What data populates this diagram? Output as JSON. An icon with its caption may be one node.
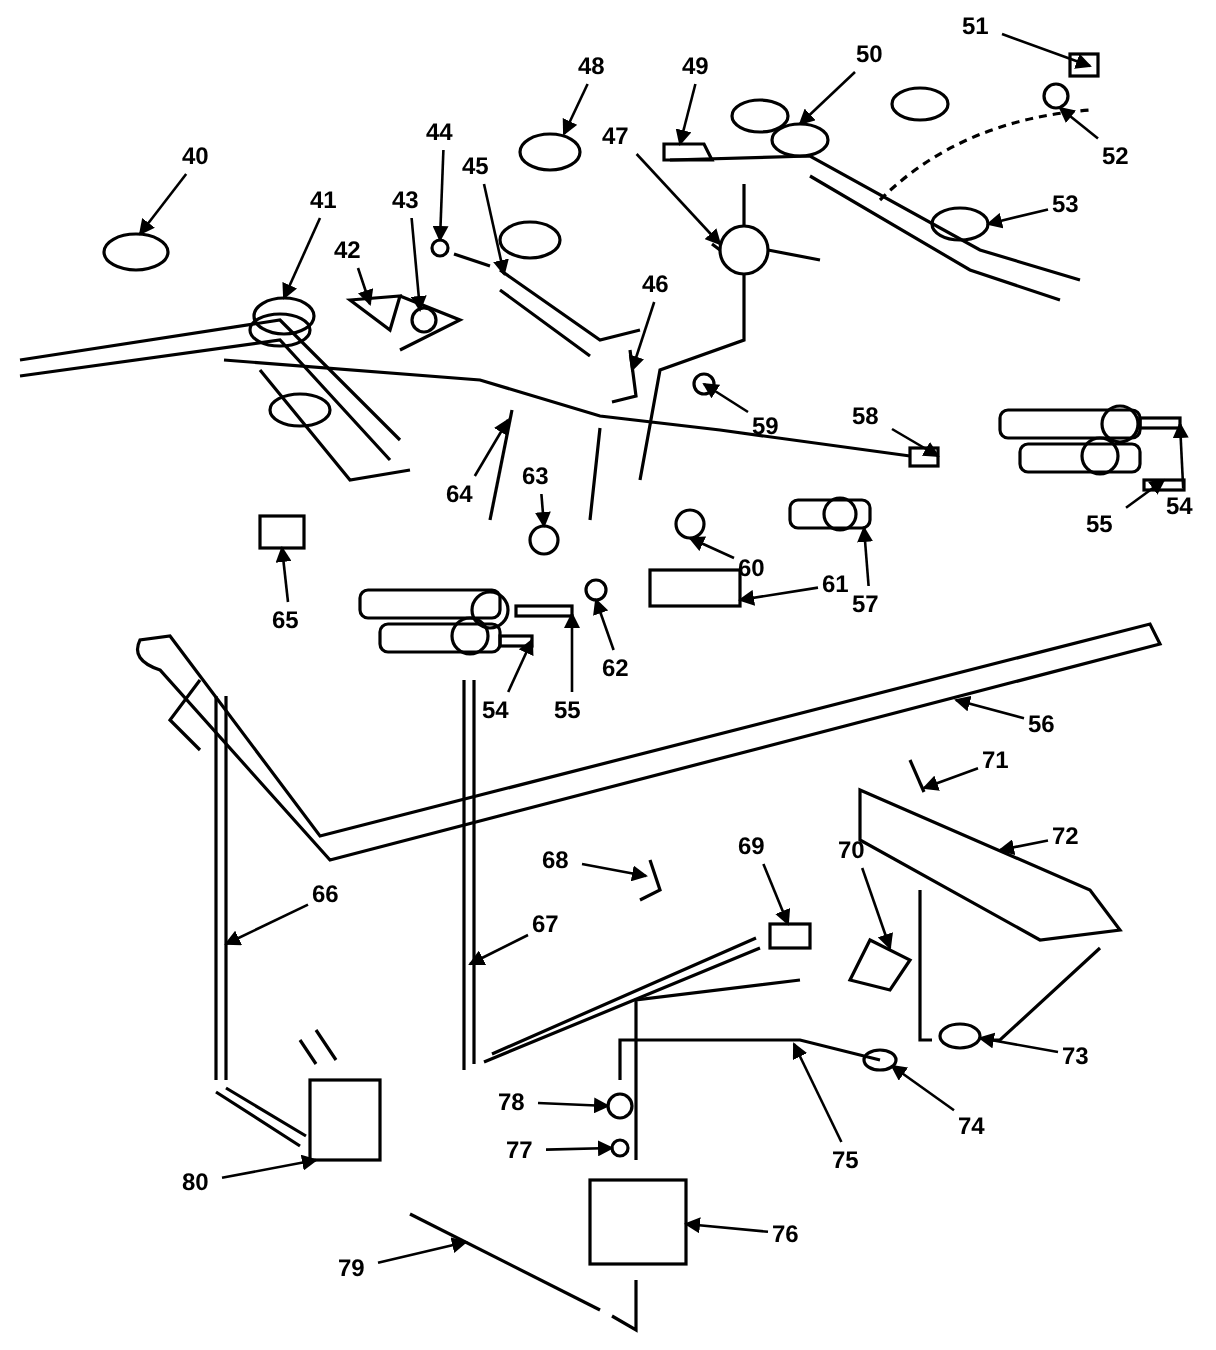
{
  "diagram": {
    "nodes": [
      {
        "text": [
          "51"
        ]
      },
      {
        "text": [
          "50"
        ]
      },
      {
        "text": [
          "48"
        ]
      },
      {
        "text": [
          "49"
        ]
      },
      {
        "text": [
          "44"
        ]
      },
      {
        "text": [
          "47"
        ]
      },
      {
        "text": [
          "40"
        ]
      },
      {
        "text": [
          "52"
        ]
      },
      {
        "text": [
          "45"
        ]
      },
      {
        "text": [
          "41"
        ]
      },
      {
        "text": [
          "43"
        ]
      },
      {
        "text": [
          "53"
        ]
      },
      {
        "text": [
          "42"
        ]
      },
      {
        "text": [
          "46"
        ]
      },
      {
        "text": [
          "58"
        ]
      },
      {
        "text": [
          "59"
        ]
      },
      {
        "text": [
          "64"
        ]
      },
      {
        "text": [
          "63"
        ]
      },
      {
        "text": [
          "54"
        ]
      },
      {
        "text": [
          "55"
        ]
      },
      {
        "text": [
          "60"
        ]
      },
      {
        "text": [
          "61"
        ]
      },
      {
        "text": [
          "57"
        ]
      },
      {
        "text": [
          "65"
        ]
      },
      {
        "text": [
          "62"
        ]
      },
      {
        "text": [
          "56"
        ]
      },
      {
        "text": [
          "54"
        ]
      },
      {
        "text": [
          "55"
        ]
      },
      {
        "text": [
          "71"
        ]
      },
      {
        "text": [
          "72"
        ]
      },
      {
        "text": [
          "69"
        ]
      },
      {
        "text": [
          "70"
        ]
      },
      {
        "text": [
          "68"
        ]
      },
      {
        "text": [
          "66"
        ]
      },
      {
        "text": [
          "67"
        ]
      },
      {
        "text": [
          "73"
        ]
      },
      {
        "text": [
          "78"
        ]
      },
      {
        "text": [
          "74"
        ]
      },
      {
        "text": [
          "77"
        ]
      },
      {
        "text": [
          "75"
        ]
      },
      {
        "text": [
          "80"
        ]
      },
      {
        "text": [
          "76"
        ]
      },
      {
        "text": [
          "79"
        ]
      },
      {
        "text": [],
        "shape": "box"
      },
      {
        "text": [],
        "shape": "circle"
      },
      {
        "text": [],
        "shape": "circle"
      },
      {
        "text": [],
        "shape": "picture"
      },
      {
        "text": [],
        "shape": "circle"
      },
      {
        "text": [],
        "shape": "picture"
      },
      {
        "text": [],
        "shape": "circle"
      },
      {
        "text": [],
        "shape": "circle"
      },
      {
        "text": [],
        "shape": "picture"
      },
      {
        "text": [],
        "shape": "circle"
      },
      {
        "text": [],
        "shape": "circle"
      },
      {
        "text": [],
        "shape": "circle"
      },
      {
        "text": [],
        "shape": "picture"
      },
      {
        "text": [],
        "shape": "picture"
      },
      {
        "text": [],
        "shape": "box"
      },
      {
        "text": [],
        "shape": "circle"
      },
      {
        "text": [],
        "shape": "picture"
      },
      {
        "text": [],
        "shape": "circle"
      },
      {
        "text": [],
        "shape": "picture"
      },
      {
        "text": [],
        "shape": "box"
      },
      {
        "text": [],
        "shape": "circle"
      },
      {
        "text": [],
        "shape": "box"
      },
      {
        "text": [],
        "shape": "picture"
      },
      {
        "text": [],
        "shape": "box"
      },
      {
        "text": [],
        "shape": "circle"
      },
      {
        "text": [],
        "shape": "picture"
      },
      {
        "text": [],
        "shape": "picture"
      },
      {
        "text": [],
        "shape": "box"
      },
      {
        "text": [],
        "shape": "picture"
      },
      {
        "text": [],
        "shape": "picture"
      },
      {
        "text": [],
        "shape": "box"
      },
      {
        "text": [],
        "shape": "picture"
      },
      {
        "text": [],
        "shape": "picture"
      },
      {
        "text": [],
        "shape": "picture"
      },
      {
        "text": [],
        "shape": "picture"
      },
      {
        "text": [],
        "shape": "circle"
      },
      {
        "text": [],
        "shape": "circle"
      },
      {
        "text": [],
        "shape": "circle"
      },
      {
        "text": [],
        "shape": "circle"
      },
      {
        "text": [],
        "shape": "picture"
      },
      {
        "text": [],
        "shape": "box"
      },
      {
        "text": [],
        "shape": "box"
      },
      {
        "text": [],
        "shape": "picture"
      }
    ],
    "edges": [
      {
        "from": 0,
        "to": 43,
        "arrow": "to"
      },
      {
        "from": 1,
        "to": 44,
        "arrow": "to"
      },
      {
        "from": 2,
        "to": 45,
        "arrow": "to"
      },
      {
        "from": 3,
        "to": 46,
        "arrow": "to"
      },
      {
        "from": 4,
        "to": 47,
        "arrow": "to"
      },
      {
        "from": 5,
        "to": 48,
        "arrow": "to"
      },
      {
        "from": 6,
        "to": 49,
        "arrow": "to"
      },
      {
        "from": 7,
        "to": 50,
        "arrow": "to"
      },
      {
        "from": 8,
        "to": 51,
        "arrow": "to"
      },
      {
        "from": 9,
        "to": 52,
        "arrow": "to"
      },
      {
        "from": 10,
        "to": 53,
        "arrow": "to"
      },
      {
        "from": 11,
        "to": 54,
        "arrow": "to"
      },
      {
        "from": 12,
        "to": 55,
        "arrow": "to"
      },
      {
        "from": 13,
        "to": 56,
        "arrow": "to"
      },
      {
        "from": 14,
        "to": 57,
        "arrow": "to"
      },
      {
        "from": 15,
        "to": 58,
        "arrow": "to"
      },
      {
        "from": 16,
        "to": 59,
        "arrow": "to"
      },
      {
        "from": 17,
        "to": 60,
        "arrow": "to"
      },
      {
        "from": 18,
        "to": 61,
        "arrow": "to"
      },
      {
        "from": 19,
        "to": 62,
        "arrow": "to"
      },
      {
        "from": 20,
        "to": 63,
        "arrow": "to"
      },
      {
        "from": 21,
        "to": 64,
        "arrow": "to"
      },
      {
        "from": 22,
        "to": 65,
        "arrow": "to"
      },
      {
        "from": 23,
        "to": 66,
        "arrow": "to"
      },
      {
        "from": 24,
        "to": 67,
        "arrow": "to"
      },
      {
        "from": 25,
        "to": 68,
        "arrow": "to"
      },
      {
        "from": 26,
        "to": 69,
        "arrow": "to"
      },
      {
        "from": 27,
        "to": 70,
        "arrow": "to"
      },
      {
        "from": 28,
        "to": 71,
        "arrow": "to"
      },
      {
        "from": 29,
        "to": 72,
        "arrow": "to"
      },
      {
        "from": 30,
        "to": 73,
        "arrow": "to"
      },
      {
        "from": 31,
        "to": 74,
        "arrow": "to"
      },
      {
        "from": 32,
        "to": 75,
        "arrow": "to"
      },
      {
        "from": 33,
        "to": 76,
        "arrow": "to"
      },
      {
        "from": 34,
        "to": 77,
        "arrow": "to"
      },
      {
        "from": 35,
        "to": 78,
        "arrow": "to"
      },
      {
        "from": 36,
        "to": 79,
        "arrow": "to"
      },
      {
        "from": 37,
        "to": 80,
        "arrow": "to"
      },
      {
        "from": 38,
        "to": 81,
        "arrow": "to"
      },
      {
        "from": 39,
        "to": 82,
        "arrow": "to"
      },
      {
        "from": 40,
        "to": 83,
        "arrow": "to"
      },
      {
        "from": 41,
        "to": 84,
        "arrow": "to"
      },
      {
        "from": 42,
        "to": 85,
        "arrow": "to"
      }
    ]
  }
}
